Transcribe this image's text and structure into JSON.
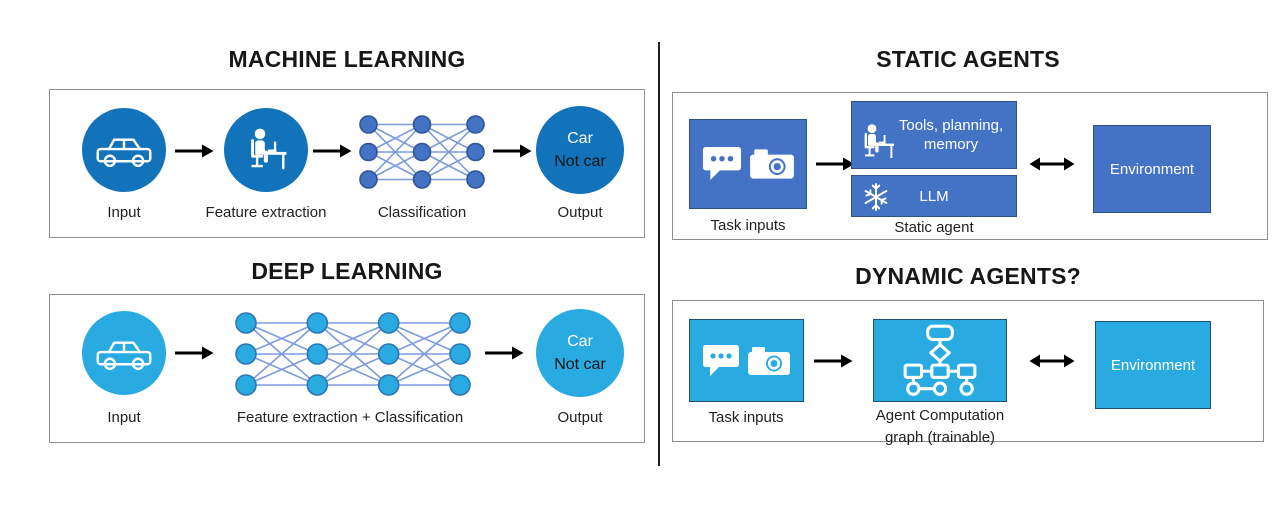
{
  "colors": {
    "ml_blue": "#1273BA",
    "dl_cyan": "#29ABE2",
    "agent_blue": "#4472C4",
    "agent_blue_border": "#2F528F",
    "dl_cyan_border": "#1F4E79",
    "ml_node_fill": "#4472C4",
    "ml_node_border": "#2F5597",
    "dl_node_fill": "#29ABE2",
    "dl_node_border": "#2E75B6",
    "edge": "#7D9BDB"
  },
  "left": {
    "ml": {
      "title": "MACHINE LEARNING",
      "input_label": "Input",
      "feature_label": "Feature extraction",
      "classification_label": "Classification",
      "output_label": "Output",
      "output_text_line1": "Car",
      "output_text_line2": "Not car",
      "network": {
        "layers": [
          3,
          3,
          3
        ]
      }
    },
    "dl": {
      "title": "DEEP LEARNING",
      "input_label": "Input",
      "network_label": "Feature extraction + Classification",
      "output_label": "Output",
      "output_text_line1": "Car",
      "output_text_line2": "Not car",
      "network": {
        "layers": [
          3,
          3,
          3,
          3
        ]
      }
    }
  },
  "right": {
    "static": {
      "title": "STATIC AGENTS",
      "task_inputs_label": "Task inputs",
      "tools_box_text": "Tools, planning, memory",
      "llm_box_text": "LLM",
      "agent_label": "Static agent",
      "environment_text": "Environment"
    },
    "dynamic": {
      "title": "DYNAMIC AGENTS?",
      "task_inputs_label": "Task inputs",
      "graph_label": "Agent Computation graph (trainable)",
      "environment_text": "Environment"
    }
  },
  "icons": {
    "car": "car-icon",
    "person_at_desk": "person-at-desk-icon",
    "chat_bubble": "chat-bubble-icon",
    "camera": "camera-icon",
    "snowflake": "snowflake-icon",
    "computation_graph": "flowchart-graph-icon",
    "arrow_right": "arrow-right-icon",
    "arrow_both": "double-arrow-icon"
  }
}
